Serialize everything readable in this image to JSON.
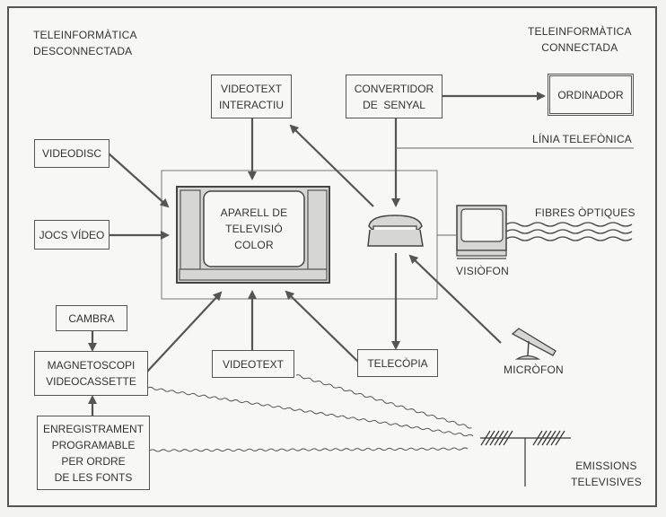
{
  "section_labels": {
    "disconnected": [
      "TELEINFORMÀTICA",
      "DESCONNECTADA"
    ],
    "connected": [
      "TELEINFORMÀTICA",
      "CONNECTADA"
    ]
  },
  "boxes": {
    "videotext_interactiu": [
      "VIDEOTEXT",
      "INTERACTIU"
    ],
    "convertidor": [
      "CONVERTIDOR",
      "DE  SENYAL"
    ],
    "ordinador": [
      "ORDINADOR"
    ],
    "videodisc": [
      "VIDEODISC"
    ],
    "jocs_video": [
      "JOCS VÍDEO"
    ],
    "cambra": [
      "CAMBRA"
    ],
    "magnetoscopi": [
      "MAGNETOSCOPI",
      "VIDEOCASSETTE"
    ],
    "enregistrament": [
      "ENREGISTRAMENT",
      "PROGRAMABLE",
      "PER ORDRE",
      "DE LES FONTS"
    ],
    "videotext": [
      "VIDEOTEXT"
    ],
    "telecopia": [
      "TELECÒPIA"
    ]
  },
  "tv": {
    "label": [
      "APARELL DE",
      "TELEVISIÓ",
      "COLOR"
    ]
  },
  "labels": {
    "linia_telefonica": "LÍNIA TELEFÒNICA",
    "fibres_optiques": "FIBRES ÒPTIQUES",
    "visiofon": "VISIÒFON",
    "microfon": "MICRÒFON",
    "emissions": [
      "EMISSIONS",
      "TELEVISIVES"
    ]
  },
  "colors": {
    "line": "#555555",
    "fill": "#d6d6d4",
    "paper": "#f7f7f5"
  }
}
